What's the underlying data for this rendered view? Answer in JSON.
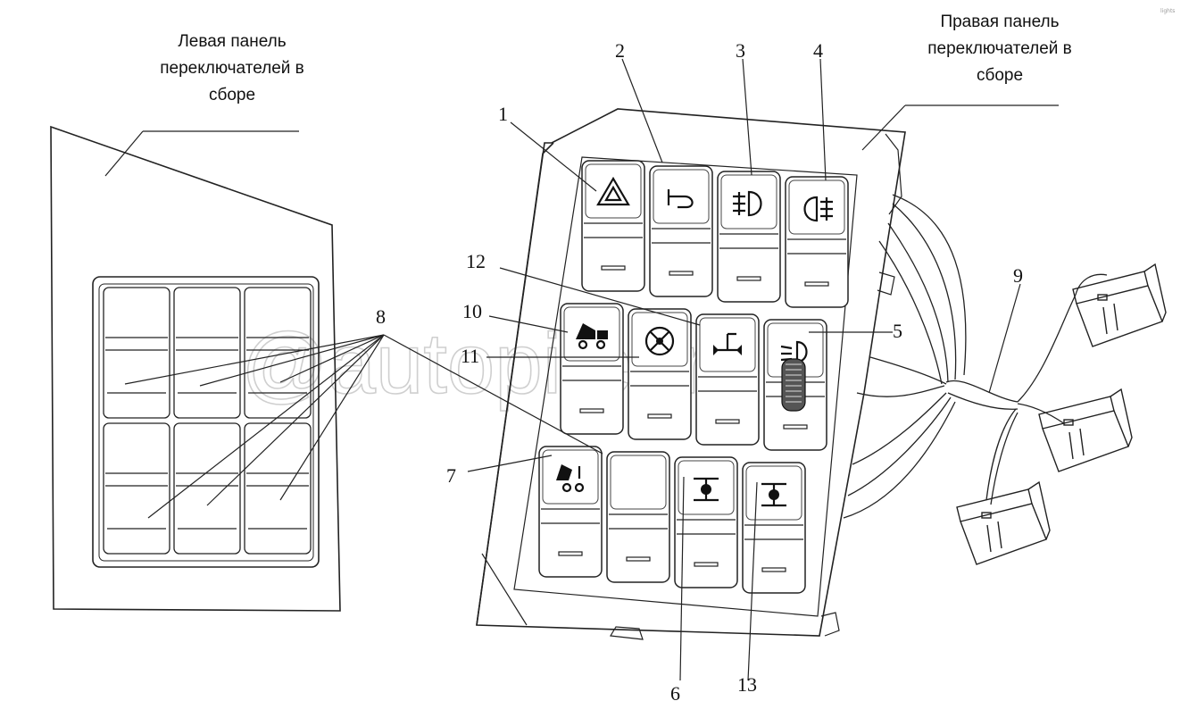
{
  "captions": {
    "left_panel": [
      "Левая панель",
      "переключателей в",
      "сборе"
    ],
    "right_panel": [
      "Правая панель",
      "переключателей в",
      "сборе"
    ]
  },
  "callouts": {
    "n1": "1",
    "n2": "2",
    "n3": "3",
    "n4": "4",
    "n5": "5",
    "n6": "6",
    "n7": "7",
    "n8": "8",
    "n9": "9",
    "n10": "10",
    "n11": "11",
    "n12": "12",
    "n13": "13"
  },
  "watermark": "@autopiter.ru",
  "corner_mark": "lights",
  "icons": {
    "r1": [
      "hazard-warning-icon",
      "horn-icon",
      "front-fog-light-icon",
      "rear-fog-light-icon"
    ],
    "r2": [
      "tipper-truck-icon",
      "axle-lock-icon",
      "wheel-diff-lock-icon",
      "headlight-range-icon"
    ],
    "r3": [
      "cab-tilt-icon",
      "blank-switch",
      "inter-wheel-diff-icon",
      "inter-axle-diff-icon"
    ]
  }
}
